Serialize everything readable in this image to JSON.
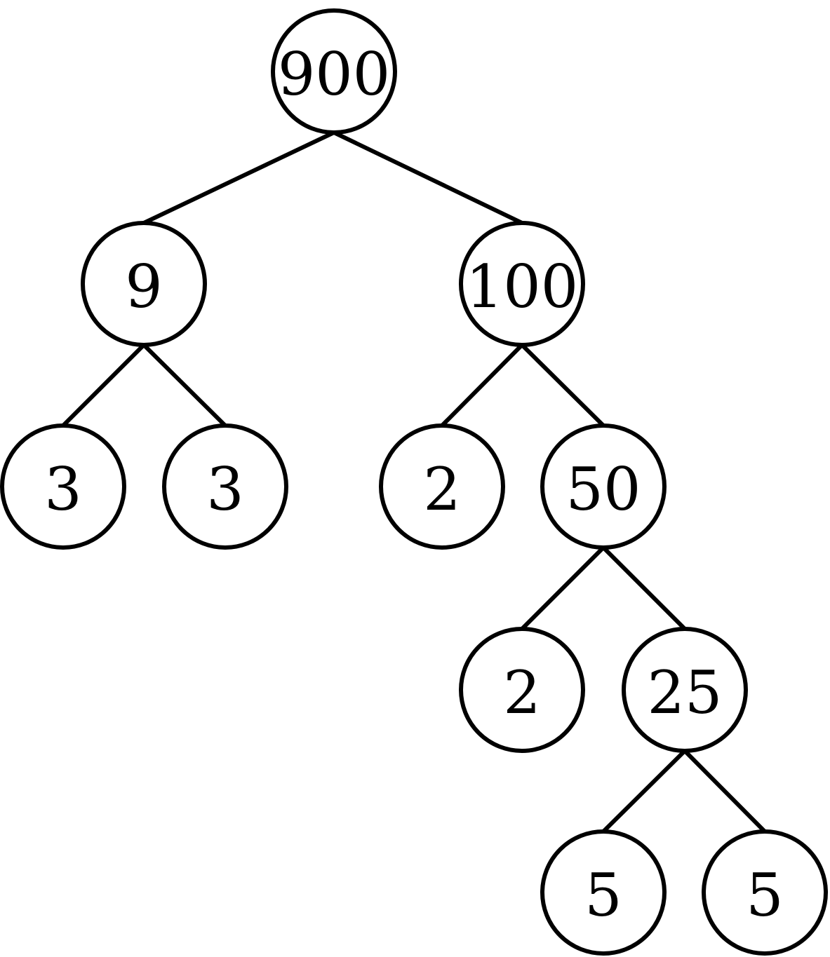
{
  "tree": {
    "nodes": [
      {
        "id": "n900",
        "label": "900"
      },
      {
        "id": "n9",
        "label": "9"
      },
      {
        "id": "n100",
        "label": "100"
      },
      {
        "id": "n3a",
        "label": "3"
      },
      {
        "id": "n3b",
        "label": "3"
      },
      {
        "id": "n2a",
        "label": "2"
      },
      {
        "id": "n50",
        "label": "50"
      },
      {
        "id": "n2b",
        "label": "2"
      },
      {
        "id": "n25",
        "label": "25"
      },
      {
        "id": "n5a",
        "label": "5"
      },
      {
        "id": "n5b",
        "label": "5"
      }
    ],
    "edges": [
      [
        "n900",
        "n9"
      ],
      [
        "n900",
        "n100"
      ],
      [
        "n9",
        "n3a"
      ],
      [
        "n9",
        "n3b"
      ],
      [
        "n100",
        "n2a"
      ],
      [
        "n100",
        "n50"
      ],
      [
        "n50",
        "n2b"
      ],
      [
        "n50",
        "n25"
      ],
      [
        "n25",
        "n5a"
      ],
      [
        "n25",
        "n5b"
      ]
    ]
  }
}
